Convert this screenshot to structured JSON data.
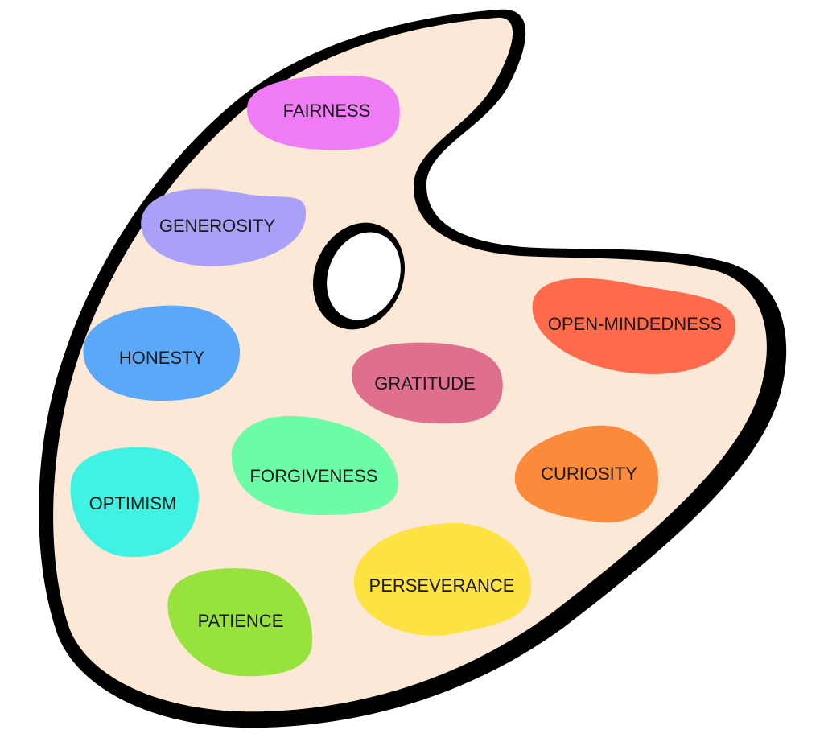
{
  "palette": {
    "board_color": "#fbe8d6",
    "outline_color": "#000000",
    "hole_color": "#ffffff",
    "blobs": [
      {
        "id": "fairness",
        "label": "FAIRNESS",
        "color": "#f07cf5"
      },
      {
        "id": "generosity",
        "label": "GENEROSITY",
        "color": "#a9a0f7"
      },
      {
        "id": "honesty",
        "label": "HONESTY",
        "color": "#5ca8f8"
      },
      {
        "id": "gratitude",
        "label": "GRATITUDE",
        "color": "#de708e"
      },
      {
        "id": "open-mindedness",
        "label": "OPEN-MINDEDNESS",
        "color": "#fd6a4c"
      },
      {
        "id": "optimism",
        "label": "OPTIMISM",
        "color": "#40f2e2"
      },
      {
        "id": "forgiveness",
        "label": "FORGIVENESS",
        "color": "#6dfca6"
      },
      {
        "id": "curiosity",
        "label": "CURIOSITY",
        "color": "#fc8a3b"
      },
      {
        "id": "perseverance",
        "label": "PERSEVERANCE",
        "color": "#fde342"
      },
      {
        "id": "patience",
        "label": "PATIENCE",
        "color": "#98e23e"
      }
    ]
  }
}
